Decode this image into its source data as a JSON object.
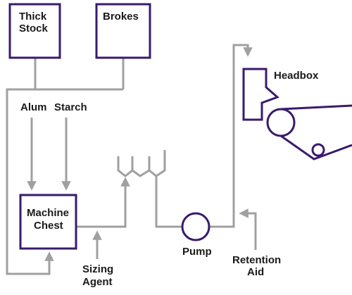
{
  "diagram": {
    "nodes": {
      "thick_stock": {
        "line1": "Thick",
        "line2": "Stock"
      },
      "brokes": {
        "label": "Brokes"
      },
      "machine_chest": {
        "line1": "Machine",
        "line2": "Chest"
      },
      "headbox": {
        "label": "Headbox"
      },
      "pump": {
        "label": "Pump"
      }
    },
    "inputs": {
      "alum": "Alum",
      "starch": "Starch",
      "sizing_agent": {
        "line1": "Sizing",
        "line2": "Agent"
      },
      "retention_aid": {
        "line1": "Retention",
        "line2": "Aid"
      }
    },
    "colors": {
      "box_stroke": "#3a1a6e",
      "pipe": "#a0a0a0",
      "text": "#1a1a1a",
      "background": "#ffffff"
    }
  }
}
